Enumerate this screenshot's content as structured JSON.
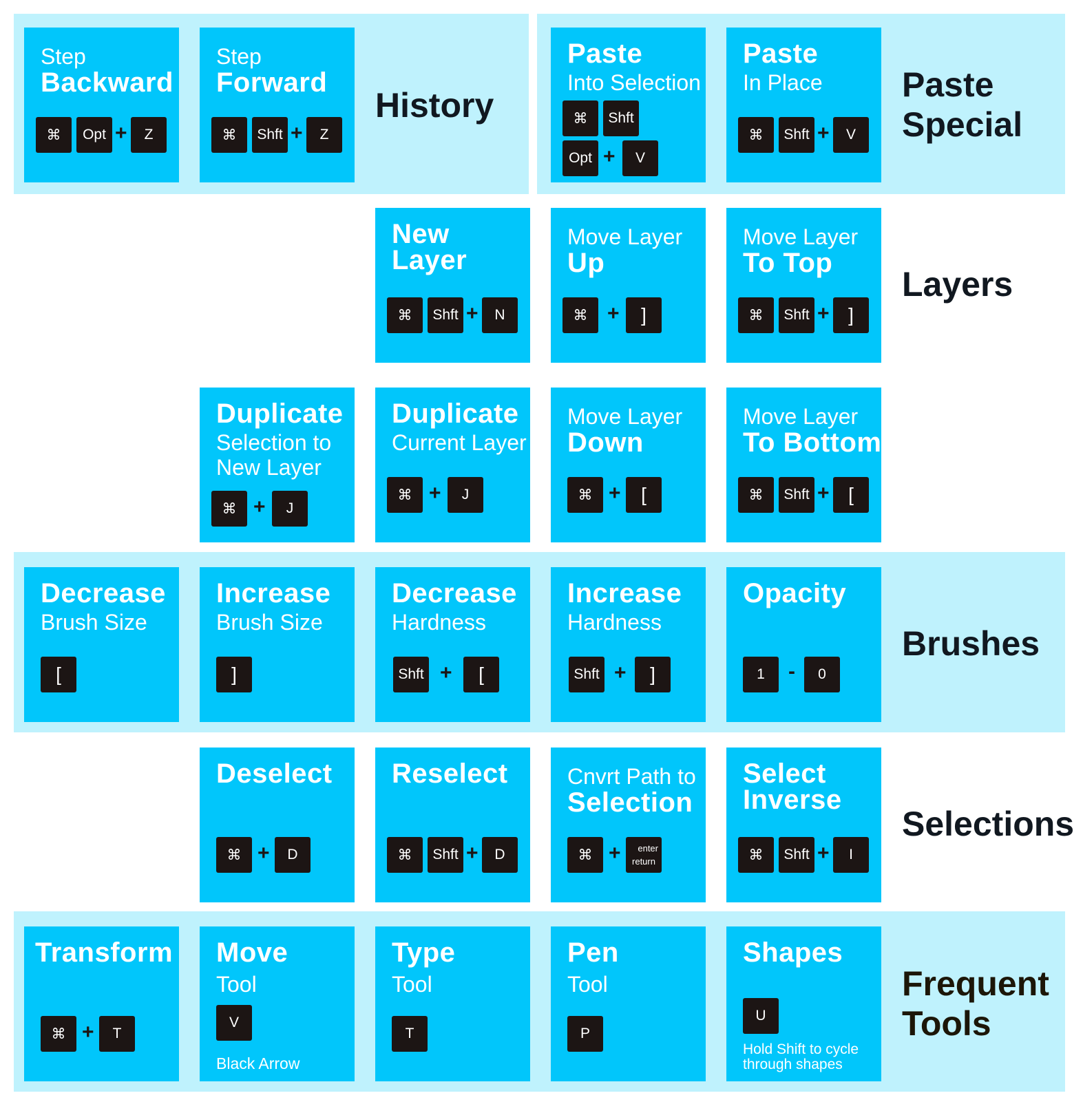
{
  "categories": {
    "history": "History",
    "paste_special": [
      "Paste",
      "Special"
    ],
    "layers": "Layers",
    "brushes": "Brushes",
    "selections": "Selections",
    "frequent_tools": [
      "Frequent",
      "Tools"
    ]
  },
  "keys": {
    "cmd": "⌘",
    "opt": "Opt",
    "shft": "Shft",
    "z": "Z",
    "v": "V",
    "n": "N",
    "rbracket": "]",
    "lbracket": "[",
    "j": "J",
    "one": "1",
    "zero": "0",
    "d": "D",
    "enter": "enter",
    "return": "return",
    "i": "I",
    "t": "T",
    "p": "P",
    "u": "U",
    "plus": "+",
    "dash": "-"
  },
  "cards": {
    "step_backward": {
      "line1": "Step",
      "line2": "Backward"
    },
    "step_forward": {
      "line1": "Step",
      "line2": "Forward"
    },
    "paste_into": {
      "line1": "Paste",
      "line2": "Into Selection"
    },
    "paste_in_place": {
      "line1": "Paste",
      "line2": "In Place"
    },
    "new_layer": {
      "line1": "New",
      "line2": "Layer"
    },
    "move_up": {
      "line1": "Move Layer",
      "line2": "Up"
    },
    "move_top": {
      "line1": "Move Layer",
      "line2": "To Top"
    },
    "dup_selection": {
      "line1": "Duplicate",
      "line2": "Selection to",
      "line3": "New Layer"
    },
    "dup_current": {
      "line1": "Duplicate",
      "line2": "Current Layer"
    },
    "move_down": {
      "line1": "Move Layer",
      "line2": "Down"
    },
    "move_bottom": {
      "line1": "Move Layer",
      "line2": "To Bottom"
    },
    "dec_brush": {
      "line1": "Decrease",
      "line2": "Brush Size"
    },
    "inc_brush": {
      "line1": "Increase",
      "line2": "Brush Size"
    },
    "dec_hard": {
      "line1": "Decrease",
      "line2": "Hardness"
    },
    "inc_hard": {
      "line1": "Increase",
      "line2": "Hardness"
    },
    "opacity": {
      "line1": "Opacity"
    },
    "deselect": {
      "line1": "Deselect"
    },
    "reselect": {
      "line1": "Reselect"
    },
    "path_sel": {
      "line1": "Cnvrt Path to",
      "line2": "Selection"
    },
    "sel_inverse": {
      "line1": "Select",
      "line2": "Inverse"
    },
    "transform": {
      "line1": "Transform"
    },
    "move_tool": {
      "line1": "Move",
      "line2": "Tool",
      "note": "Black Arrow"
    },
    "type_tool": {
      "line1": "Type",
      "line2": "Tool"
    },
    "pen_tool": {
      "line1": "Pen",
      "line2": "Tool"
    },
    "shapes": {
      "line1": "Shapes",
      "note1": "Hold Shift to cycle",
      "note2": "through shapes"
    }
  },
  "colors": {
    "card": "#01c6fb",
    "band": "#bff2fd",
    "key": "#1c1514",
    "text_dark": "#111820"
  }
}
